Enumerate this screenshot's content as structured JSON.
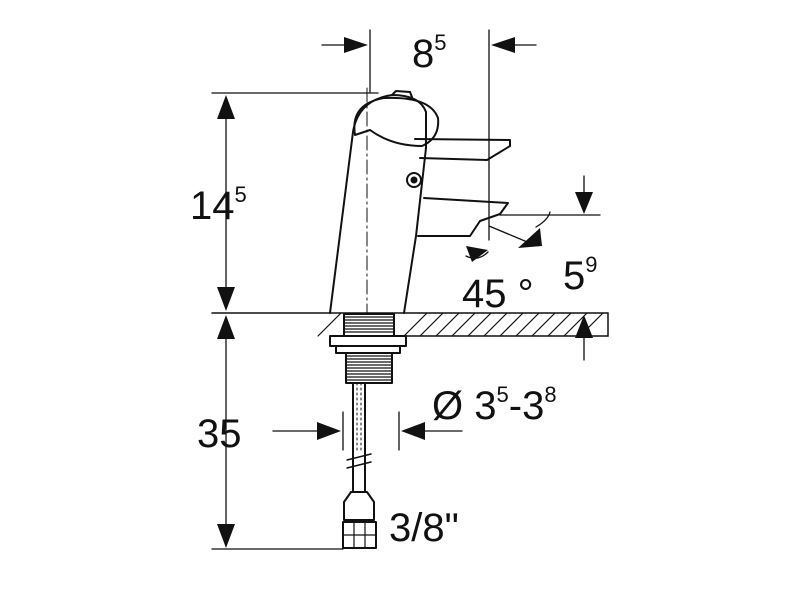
{
  "dimensions": {
    "spout_reach": {
      "main": "8",
      "exp": "5"
    },
    "body_height": {
      "main": "14",
      "exp": "5"
    },
    "outlet_height": {
      "main": "5",
      "exp": "9"
    },
    "angle": "45 °",
    "tail_length": "35",
    "hole_diameter": {
      "symbol": "Ø",
      "min_main": "3",
      "min_exp": "5",
      "sep": "-",
      "max_main": "3",
      "max_exp": "8"
    },
    "connection": "3/8\""
  },
  "colors": {
    "line": "#111111",
    "background": "#ffffff"
  }
}
